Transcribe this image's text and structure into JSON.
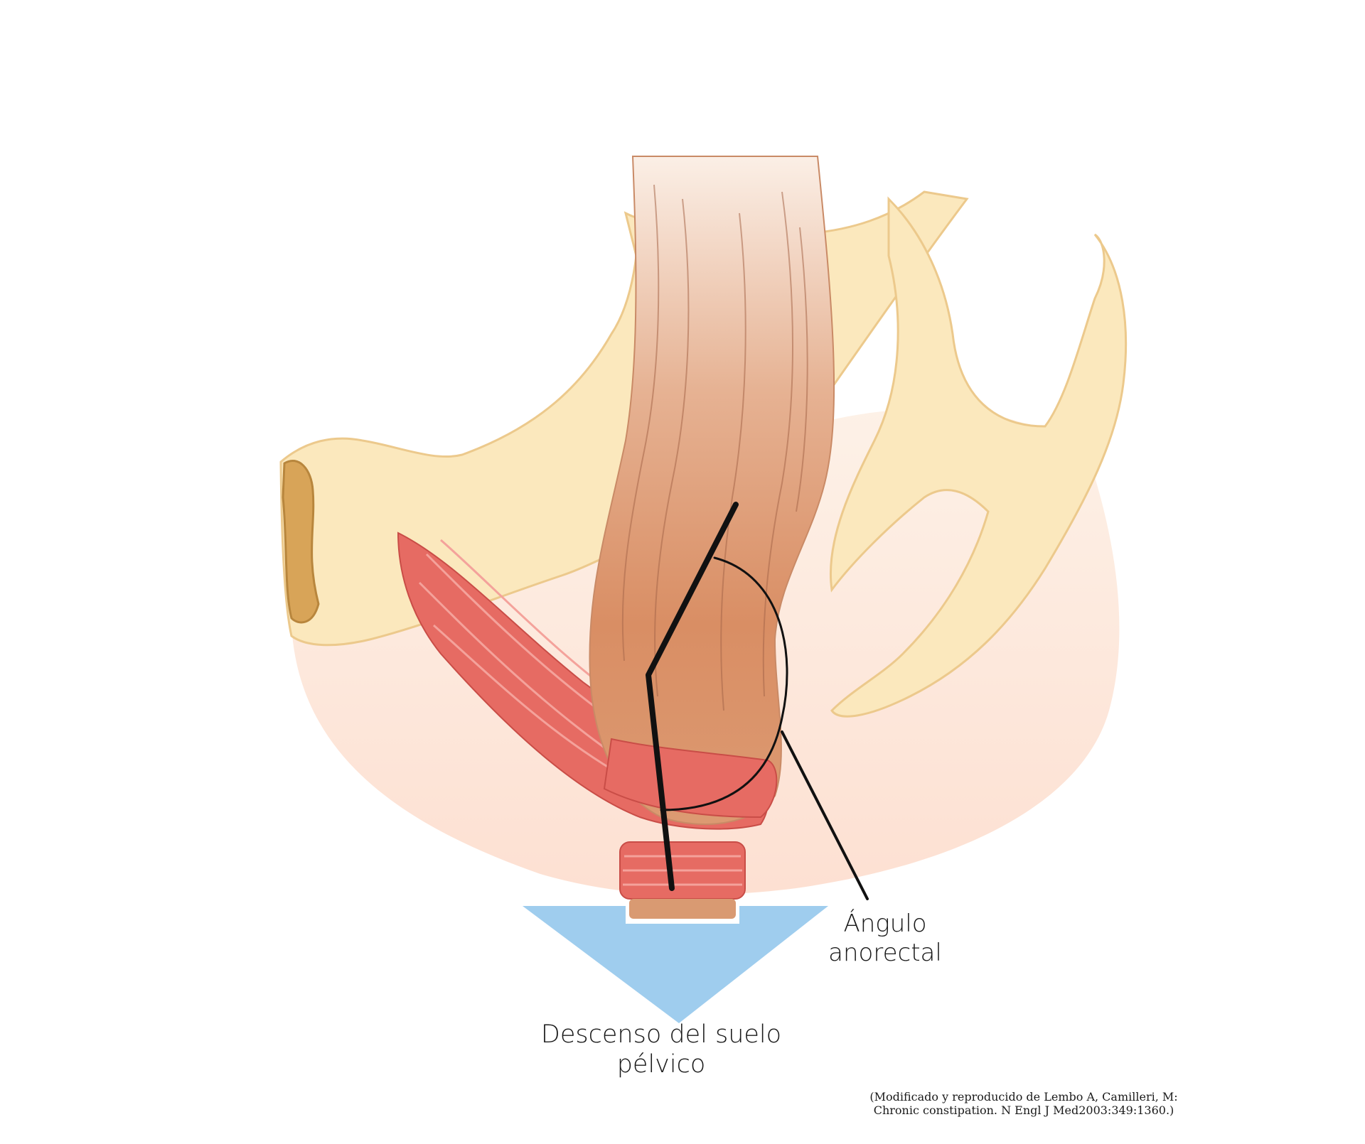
{
  "labels": {
    "angle_line1": "Ángulo",
    "angle_line2": "anorectal",
    "descent_line1": "Descenso del suelo",
    "descent_line2": "pélvico"
  },
  "citation": {
    "line1": "(Modificado y reproducido de Lembo A, Camilleri, M:",
    "line2": "Chronic constipation. N Engl J Med2003:349:1360.)"
  },
  "colors": {
    "background": "#ffffff",
    "bone": "#fbe8bd",
    "bone_outline": "#ecc98c",
    "soft_tissue": "#fde5d9",
    "rectum": "#d99a72",
    "muscle": "#e66b63",
    "arrow": "#9fcdee",
    "angle_lines": "#111111"
  }
}
